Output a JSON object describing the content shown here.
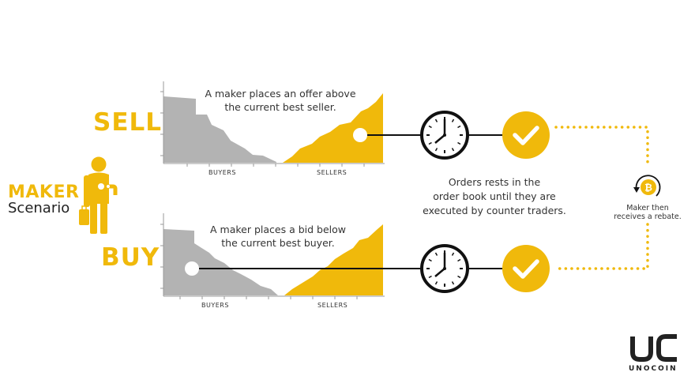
{
  "labels": {
    "sell": "SELL",
    "buy": "BUY",
    "maker": "MAKER",
    "scenario": "Scenario"
  },
  "sell_chart": {
    "caption_line1": "A maker places an offer above",
    "caption_line2": "the current best seller.",
    "buyers_label": "BUYERS",
    "sellers_label": "SELLERS"
  },
  "buy_chart": {
    "caption_line1": "A maker places a bid below",
    "caption_line2": "the current best buyer.",
    "buyers_label": "BUYERS",
    "sellers_label": "SELLERS"
  },
  "middle_caption": {
    "line1": "Orders rests in the",
    "line2": "order book until they are",
    "line3": "executed by counter traders."
  },
  "rebate": {
    "line1": "Maker then",
    "line2": "receives a rebate."
  },
  "logo": {
    "name": "UNOCOIN",
    "monogram": "UC"
  },
  "icons": [
    "person-icon",
    "clock-icon",
    "check-circle-icon",
    "bitcoin-icon",
    "refresh-arrow-icon"
  ],
  "colors": {
    "accent": "#f0b90b",
    "buyers_area": "#b3b3b3",
    "dark": "#111111"
  }
}
